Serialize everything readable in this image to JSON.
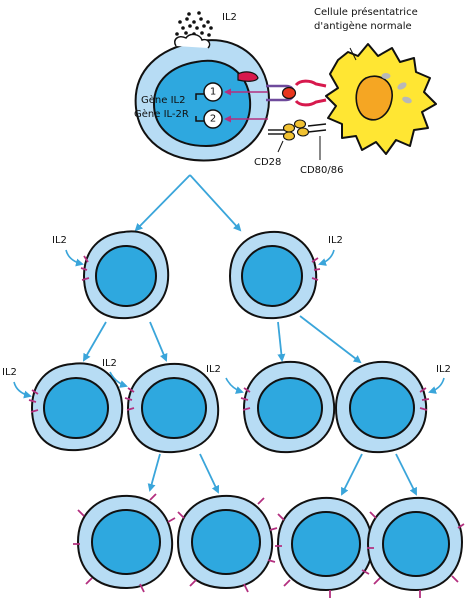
{
  "labels": {
    "il2_top": "IL2",
    "apc_line1": "Cellule présentatrice",
    "apc_line2": "d'antigène normale",
    "gene_il2": "Gène IL2",
    "gene_il2r": "Gène IL-2R",
    "marker_1": "1",
    "marker_2": "2",
    "cd28": "CD28",
    "cd80_86": "CD80/86",
    "il2_gen1_left": "IL2",
    "il2_gen1_right": "IL2",
    "il2_gen2_a": "IL2",
    "il2_gen2_b": "IL2",
    "il2_gen2_c": "IL2",
    "il2_gen2_d": "IL2"
  },
  "colors": {
    "outer_cell": "#b7dcf4",
    "inner_cell": "#2ea8df",
    "outline": "#111111",
    "arrow": "#3aa5da",
    "receptor": "#b3307f",
    "apc_body": "#ffe633",
    "apc_nucleus": "#f5a623",
    "apc_vesicle": "#b8b8b8",
    "mhc": "#d7194d",
    "antigen": "#e8361e",
    "costim": "#f1c232",
    "tcr": "#6f4a9c"
  }
}
